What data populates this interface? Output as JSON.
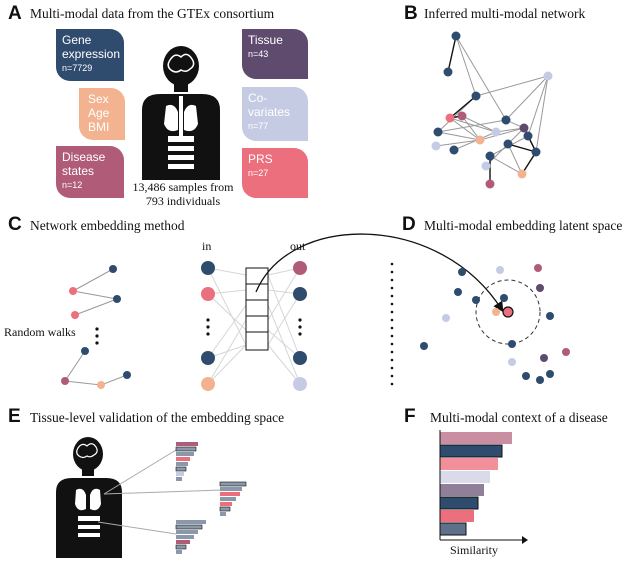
{
  "panels": {
    "a": {
      "label": "A",
      "title": "Multi-modal data from the GTEx consortium"
    },
    "b": {
      "label": "B",
      "title": "Inferred multi-modal network"
    },
    "c": {
      "label": "C",
      "title": "Network embedding method"
    },
    "d": {
      "label": "D",
      "title": "Multi-modal embedding latent space"
    },
    "e": {
      "label": "E",
      "title": "Tissue-level validation of the embedding space"
    },
    "f": {
      "label": "F",
      "title": "Multi-modal context of a disease"
    }
  },
  "cards": {
    "gene": {
      "lines": [
        "Gene",
        "expression"
      ],
      "count": "n=7729",
      "color": "#2f4b6e"
    },
    "demo": {
      "lines": [
        "Sex",
        "Age",
        "BMI"
      ],
      "count": "",
      "color": "#f3b391"
    },
    "disease": {
      "lines": [
        "Disease",
        "states"
      ],
      "count": "n=12",
      "color": "#b05c78"
    },
    "tissue": {
      "lines": [
        "Tissue"
      ],
      "count": "n=43",
      "color": "#5f4b6e"
    },
    "covariates": {
      "lines": [
        "Co-",
        "variates"
      ],
      "count": "n=77",
      "color": "#c6cbe4"
    },
    "prs": {
      "lines": [
        "PRS"
      ],
      "count": "n=27",
      "color": "#ec6f7d"
    }
  },
  "samples_text": [
    "13,486 samples from",
    "793 individuals"
  ],
  "random_walks_label": "Random walks",
  "nn_labels": {
    "in": "in",
    "out": "out"
  },
  "similarity_label": "Similarity",
  "colors": {
    "navy": "#2f4b6e",
    "pink": "#ec6f7d",
    "peach": "#f3b391",
    "lavender": "#c6cbe4",
    "plum": "#5f4b6e",
    "mauve": "#b05c78",
    "bar_gray": "#8a98aa",
    "black": "#000000"
  }
}
